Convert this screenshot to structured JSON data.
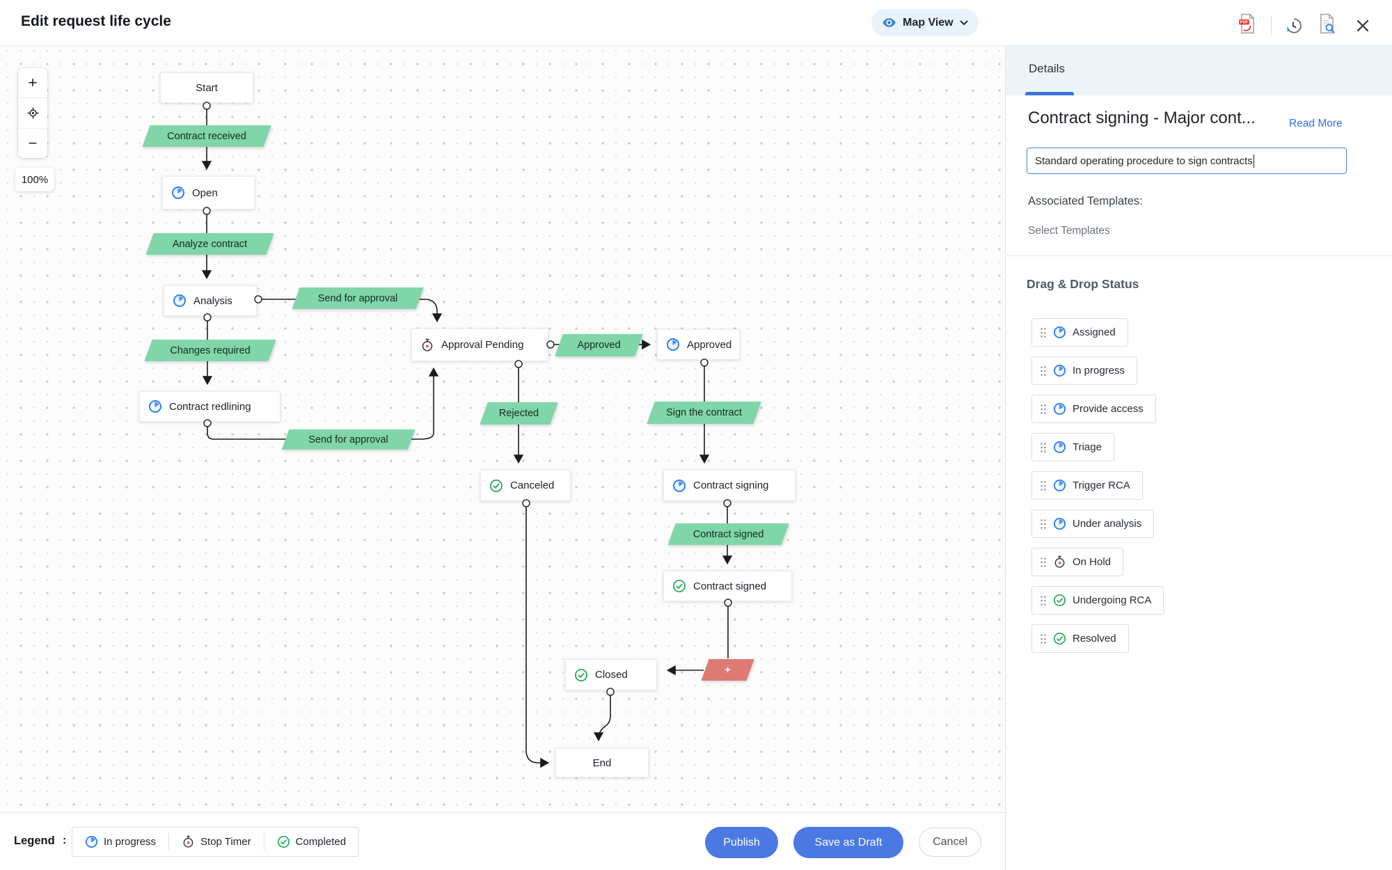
{
  "header": {
    "title": "Edit request life cycle",
    "view_selector": {
      "label": "Map View",
      "icon": "eye-icon"
    },
    "toolbar_icons": [
      "export-pdf-icon",
      "history-icon",
      "document-search-icon",
      "close-icon"
    ]
  },
  "canvas": {
    "zoom_percent": "100%",
    "zoom_controls": {
      "zoom_in": "+",
      "zoom_out": "−",
      "center": "crosshair-icon"
    },
    "nodes": [
      {
        "label": "Start",
        "icon": "none"
      },
      {
        "label": "Open",
        "icon": "in-progress"
      },
      {
        "label": "Analysis",
        "icon": "in-progress"
      },
      {
        "label": "Contract redlining",
        "icon": "in-progress"
      },
      {
        "label": "Approval Pending",
        "icon": "stop-timer"
      },
      {
        "label": "Approved",
        "icon": "in-progress"
      },
      {
        "label": "Canceled",
        "icon": "completed"
      },
      {
        "label": "Contract signing",
        "icon": "in-progress"
      },
      {
        "label": "Contract signed",
        "icon": "completed"
      },
      {
        "label": "Closed",
        "icon": "completed"
      },
      {
        "label": "End",
        "icon": "none"
      }
    ],
    "edge_labels": [
      {
        "text": "Contract received"
      },
      {
        "text": "Analyze contract"
      },
      {
        "text": "Send for approval"
      },
      {
        "text": "Changes required"
      },
      {
        "text": "Send for approval"
      },
      {
        "text": "Approved"
      },
      {
        "text": "Rejected"
      },
      {
        "text": "Sign the contract"
      },
      {
        "text": "Contract signed"
      }
    ],
    "add_transition_label": "+",
    "edges": [
      {
        "from": "Start",
        "to": "Open",
        "label": "Contract received"
      },
      {
        "from": "Open",
        "to": "Analysis",
        "label": "Analyze contract"
      },
      {
        "from": "Analysis",
        "to": "Approval Pending",
        "label": "Send for approval"
      },
      {
        "from": "Analysis",
        "to": "Contract redlining",
        "label": "Changes required"
      },
      {
        "from": "Contract redlining",
        "to": "Approval Pending",
        "label": "Send for approval"
      },
      {
        "from": "Approval Pending",
        "to": "Approved",
        "label": "Approved"
      },
      {
        "from": "Approval Pending",
        "to": "Canceled",
        "label": "Rejected"
      },
      {
        "from": "Approved",
        "to": "Contract signing",
        "label": "Sign the contract"
      },
      {
        "from": "Contract signing",
        "to": "Contract signed",
        "label": "Contract signed"
      },
      {
        "from": "Contract signed",
        "to": "Closed",
        "label": "+"
      },
      {
        "from": "Closed",
        "to": "End",
        "label": ""
      },
      {
        "from": "Canceled",
        "to": "End",
        "label": ""
      }
    ]
  },
  "panel": {
    "tab": "Details",
    "title": "Contract signing - Major cont...",
    "read_more": "Read More",
    "description_value": "Standard operating procedure to sign contracts",
    "associated_templates_label": "Associated Templates:",
    "select_templates_label": "Select Templates",
    "drag_drop_heading": "Drag & Drop Status",
    "statuses": [
      {
        "label": "Assigned",
        "icon": "in-progress"
      },
      {
        "label": "In progress",
        "icon": "in-progress"
      },
      {
        "label": "Provide access",
        "icon": "in-progress"
      },
      {
        "label": "Triage",
        "icon": "in-progress"
      },
      {
        "label": "Trigger RCA",
        "icon": "in-progress"
      },
      {
        "label": "Under analysis",
        "icon": "in-progress"
      },
      {
        "label": "On Hold",
        "icon": "stop-timer"
      },
      {
        "label": "Undergoing RCA",
        "icon": "completed"
      },
      {
        "label": "Resolved",
        "icon": "completed"
      }
    ]
  },
  "footer": {
    "legend_label": "Legend",
    "legend_separator": ":",
    "legend_items": [
      {
        "label": "In progress",
        "icon": "in-progress"
      },
      {
        "label": "Stop Timer",
        "icon": "stop-timer"
      },
      {
        "label": "Completed",
        "icon": "completed"
      }
    ],
    "publish": "Publish",
    "save_as_draft": "Save as Draft",
    "cancel": "Cancel"
  },
  "colors": {
    "accent_blue": "#2f7ff0",
    "button_blue": "#4a79e2",
    "label_green": "#80d6a9",
    "transition_red": "#dd7a72",
    "link_blue": "#2e70e8",
    "tab_underline": "#3d72dd",
    "completed_green": "#27a85c",
    "stop_timer_red": "#e8584e"
  }
}
